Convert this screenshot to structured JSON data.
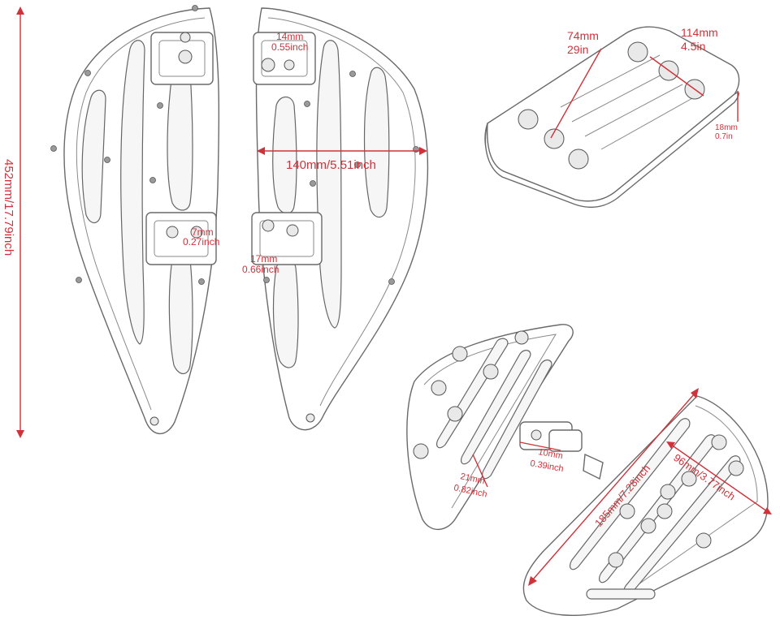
{
  "colors": {
    "dimension": "#d0323a",
    "outline": "#6a6a6a",
    "background": "#ffffff"
  },
  "dimensions": {
    "overall_length": "452mm/17.79inch",
    "bracket_top_mm": "14mm",
    "bracket_top_in": "0.55inch",
    "board_width": "140mm/5.51inch",
    "hinge_gap_mm": "7mm",
    "hinge_gap_in": "0.27inch",
    "hinge_height_mm": "17mm",
    "hinge_height_in": "0.66inch",
    "pad_width_mm": "74mm",
    "pad_width_in": "29in",
    "pad_length_mm": "114mm",
    "pad_length_in": "4.5in",
    "pad_thickness_mm": "18mm",
    "pad_thickness_in": "0.7in",
    "mount_depth_mm": "21mm",
    "mount_depth_in": "0.82inch",
    "mount_gap_mm": "10mm",
    "mount_gap_in": "0.39inch",
    "rear_length": "185mm/7.28inch",
    "rear_width": "96mm/3.77inch"
  }
}
